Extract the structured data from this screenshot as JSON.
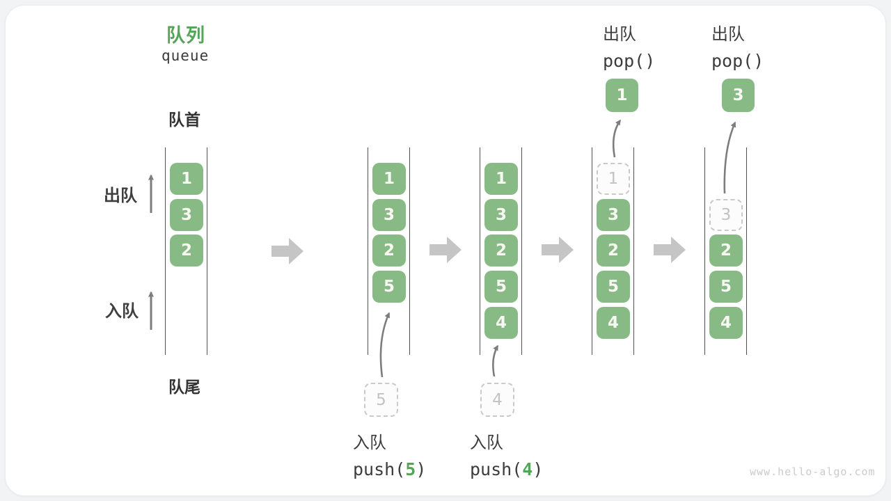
{
  "header": {
    "title": "队列",
    "subtitle": "queue"
  },
  "labels": {
    "front": "队首",
    "rear": "队尾",
    "dequeue_side": "出队",
    "enqueue_side": "入队"
  },
  "operations": {
    "push5": {
      "action": "入队",
      "code_fn": "push(",
      "code_arg": "5",
      "code_close": ")"
    },
    "push4": {
      "action": "入队",
      "code_fn": "push(",
      "code_arg": "4",
      "code_close": ")"
    },
    "pop1": {
      "action": "出队",
      "code": "pop()"
    },
    "pop2": {
      "action": "出队",
      "code": "pop()"
    }
  },
  "states": {
    "s1": {
      "boxes": [
        "1",
        "3",
        "2"
      ]
    },
    "s2": {
      "boxes": [
        "1",
        "3",
        "2",
        "5"
      ],
      "staged": "5"
    },
    "s3": {
      "boxes": [
        "1",
        "3",
        "2",
        "5",
        "4"
      ],
      "staged": "4"
    },
    "s4": {
      "ghost": "1",
      "boxes": [
        "3",
        "2",
        "5",
        "4"
      ],
      "popped": "1"
    },
    "s5": {
      "ghost": "3",
      "boxes": [
        "2",
        "5",
        "4"
      ],
      "popped": "3"
    }
  },
  "watermark": "www.hello-algo.com",
  "colors": {
    "box_green": "#87ba85",
    "accent_green": "#53a558",
    "ghost_border": "#c9c9c9",
    "channel_line": "#515151",
    "block_arrow": "#c5c5c5",
    "thin_arrow": "#7d7d7d"
  }
}
